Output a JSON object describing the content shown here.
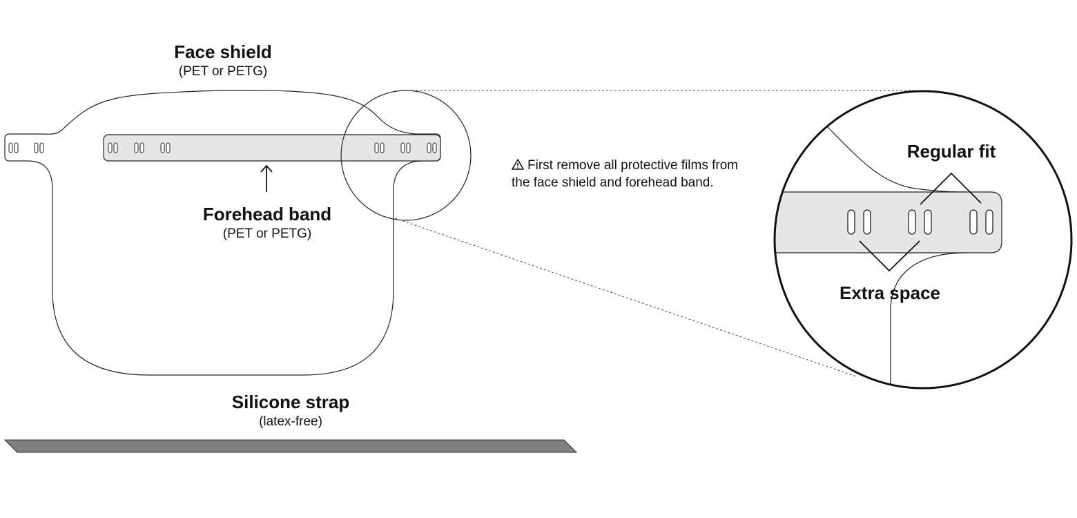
{
  "labels": {
    "face_shield": {
      "title": "Face shield",
      "material": "(PET or PETG)"
    },
    "forehead_band": {
      "title": "Forehead band",
      "material": "(PET or PETG)"
    },
    "silicone_strap": {
      "title": "Silicone strap",
      "material": "(latex-free)"
    },
    "zoom_callouts": {
      "regular_fit": "Regular fit",
      "extra_space": "Extra space"
    }
  },
  "notice": {
    "icon": "warning-triangle-icon",
    "line1": "First remove all protective films from",
    "line2": "the face shield and forehead band."
  },
  "colors": {
    "band_fill": "#e6e6e6",
    "strap_fill": "#808080",
    "line": "#222222"
  }
}
